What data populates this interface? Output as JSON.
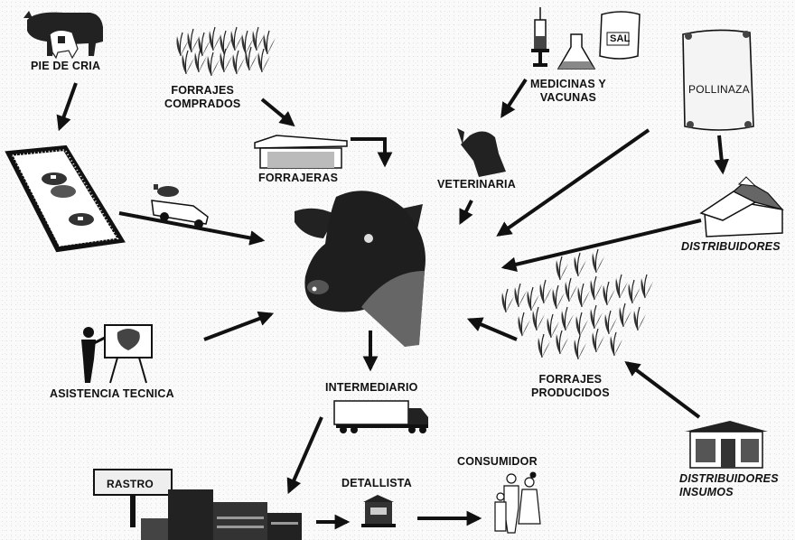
{
  "nodes": {
    "pie_de_cria": "PIE DE CRIA",
    "forrajes_comprados": [
      "FORRAJES",
      "COMPRADOS"
    ],
    "forrajeras": "FORRAJERAS",
    "medicinas_vacunas": [
      "MEDICINAS Y",
      "VACUNAS"
    ],
    "sal": "SAL",
    "pollinaza": "POLLINAZA",
    "veterinaria": "VETERINARIA",
    "distribuidores": "DISTRIBUIDORES",
    "asistencia_tecnica": "ASISTENCIA TECNICA",
    "intermediario": "INTERMEDIARIO",
    "forrajes_producidos": [
      "FORRAJES",
      "PRODUCIDOS"
    ],
    "rastro": "RASTRO",
    "detallista": "DETALLISTA",
    "consumidor": "CONSUMIDOR",
    "distribuidores_insumos": [
      "DISTRIBUIDORES",
      "INSUMOS"
    ]
  },
  "icons": [
    "cattle-icon",
    "corn-field-icon",
    "syringe-icon",
    "flask-icon",
    "salt-bag-icon",
    "pollinaza-bag-icon",
    "corral-icon",
    "truck-with-cow-icon",
    "barn-icon",
    "veterinarian-icon",
    "cow-head-icon",
    "distributor-house-icon",
    "presenter-icon",
    "semi-truck-icon",
    "slaughterhouse-icon",
    "shop-icon",
    "family-icon",
    "store-icon"
  ]
}
